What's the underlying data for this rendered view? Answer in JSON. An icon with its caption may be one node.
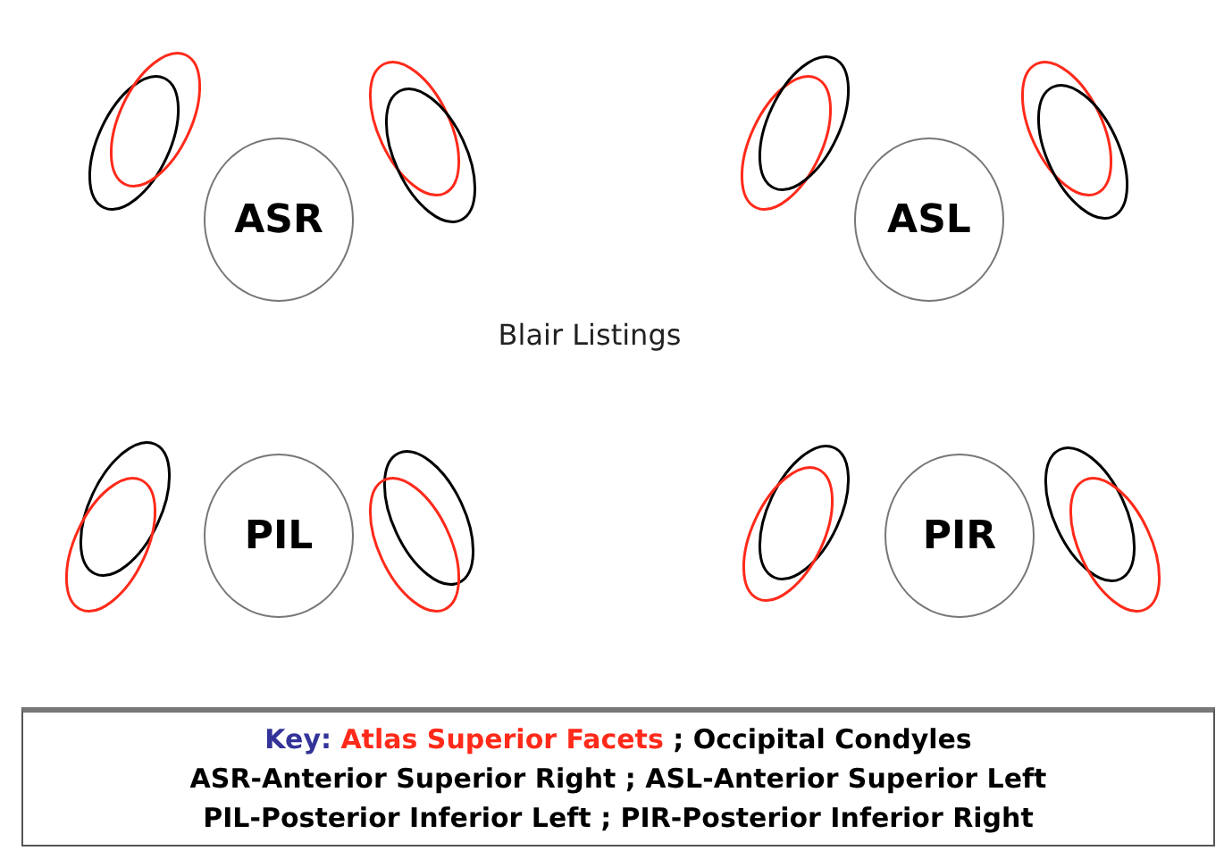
{
  "diagram": {
    "title": "Blair Listings",
    "nodes": [
      {
        "text": [
          "ASR"
        ]
      },
      {
        "text": [
          "ASL"
        ]
      },
      {
        "text": [
          "PIL"
        ]
      },
      {
        "text": [
          "PIR"
        ]
      }
    ],
    "labels": [
      "Key:",
      ";",
      "ASR-Anterior Superior Right ; ASL-Anterior Superior Left",
      "PIL-Posterior Inferior Left ; PIR-Posterior Inferior Right"
    ],
    "legend": [
      {
        "text": "Atlas Superior Facets",
        "color": "#ff2a1a"
      },
      {
        "text": "Occipital Condyles",
        "color": "#000000"
      }
    ]
  }
}
